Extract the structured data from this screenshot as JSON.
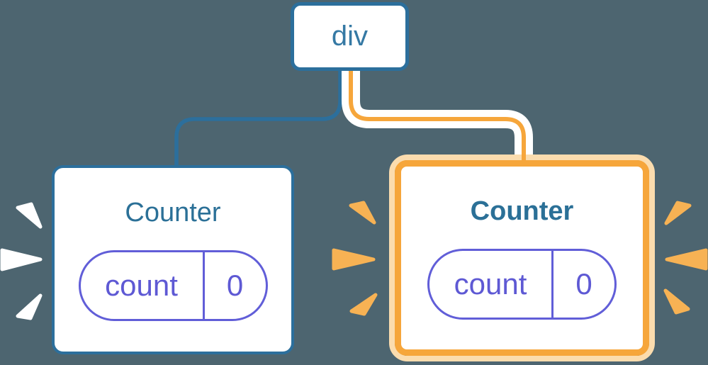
{
  "canvas": {
    "background": "#4d6570"
  },
  "palette": {
    "page_bg": "#4d6570",
    "blue": "#2c6f9c",
    "blue_text": "#3579a4",
    "title_text": "#2b7097",
    "purple": "#615ed8",
    "purple_text": "#5e59d4",
    "orange": "#f6a63b",
    "orange_light": "#fbdcae",
    "sparkle_orange": "#f7b254",
    "white": "#ffffff"
  },
  "root_node": {
    "label": "div"
  },
  "counters": [
    {
      "title": "Counter",
      "state": {
        "key": "count",
        "value": "0"
      },
      "highlighted": false
    },
    {
      "title": "Counter",
      "state": {
        "key": "count",
        "value": "0"
      },
      "highlighted": true
    }
  ]
}
